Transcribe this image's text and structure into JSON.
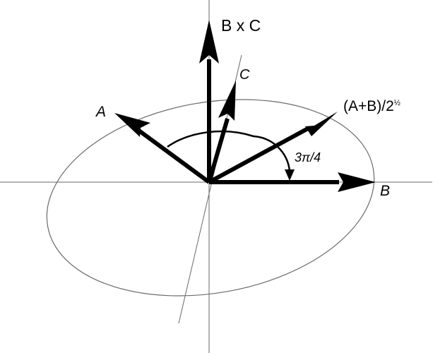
{
  "labels": {
    "bxc": "B x C",
    "c": "C",
    "a": "A",
    "sum_base": "(A+B)/2",
    "sum_exp": "½",
    "b": "B",
    "angle": "3π/4"
  }
}
